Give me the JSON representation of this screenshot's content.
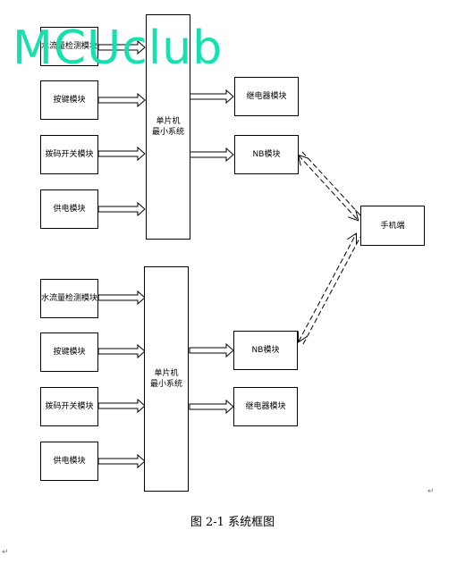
{
  "watermark": "MCUclub",
  "group1": {
    "inputs": [
      "水流量检测模块",
      "按键模块",
      "拨码开关模块",
      "供电模块"
    ],
    "mcu": [
      "单片机",
      "最小系统"
    ],
    "relay": "继电器模块",
    "nb": "NB模块"
  },
  "phone": "手机端",
  "group2": {
    "inputs": [
      "水流量检测模块",
      "按键模块",
      "拨码开关模块",
      "供电模块"
    ],
    "mcu": [
      "单片机",
      "最小系统"
    ],
    "nb": "NB模块",
    "relay": "继电器模块"
  },
  "caption": "图 2-1 系统框图",
  "paragraph_mark": "↵",
  "colors": {
    "watermark": "#16e0b0",
    "line": "#000000"
  }
}
